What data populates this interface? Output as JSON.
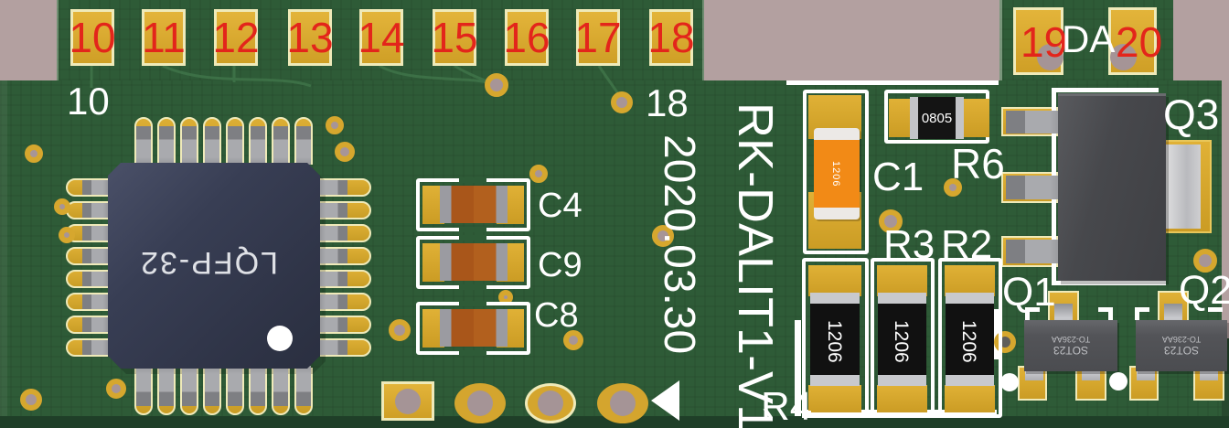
{
  "view": {
    "description": "3D render of printed circuit board, top view"
  },
  "pads": {
    "top_numbers": [
      "10",
      "11",
      "12",
      "13",
      "14",
      "15",
      "16",
      "17",
      "18"
    ],
    "right_numbers": [
      "19",
      "20"
    ],
    "number_color": "#e3251b"
  },
  "silk": {
    "num10": "10",
    "num18": "18",
    "da": "DA",
    "title": "RK-DALIT1-V1",
    "date": "2020.03.30",
    "r4": "R4",
    "c4": "C4",
    "c9": "C9",
    "c8": "C8",
    "c1": "C1",
    "r6": "R6",
    "r3": "R3",
    "r2": "R2",
    "q1": "Q1",
    "q2": "Q2",
    "q3": "Q3"
  },
  "markings": {
    "ic": "LQFP-32",
    "r6": "0805",
    "c1": "1206",
    "r1206": "1206",
    "sot23": "SOT23",
    "sot23_pkg": "TO-236AA"
  },
  "colors": {
    "background": "#b3a0a0",
    "board_green": "#2e5b37",
    "board_edge_dark": "#1f3f28",
    "pad_gold": "#d9a92f",
    "pad_outline_cream": "#efeab9",
    "silkscreen_white": "#ffffff",
    "pad_number_red": "#e3251b",
    "ic_body": "#363c50",
    "resistor_black": "#141414",
    "capacitor_brown": "#a9561a",
    "capacitor_orange": "#f28a16",
    "sot23_gray": "#56575b",
    "lead_silver": "#a9aaae",
    "via_hole_mauve": "#a79597"
  }
}
